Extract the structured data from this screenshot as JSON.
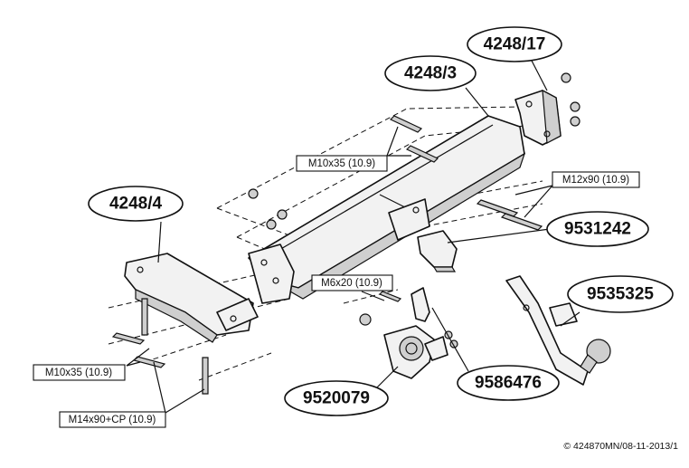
{
  "callouts": {
    "bracket_right": "4248/17",
    "crossbar": "4248/3",
    "bracket_left": "4248/4",
    "socket_bracket": "9531242",
    "ball_neck": "9535325",
    "socket_plate": "9586476",
    "electrical_socket": "9520079"
  },
  "bolt_labels": {
    "m10x35_top": "M10x35 (10.9)",
    "m12x90": "M12x90 (10.9)",
    "m6x20": "M6x20 (10.9)",
    "m10x35_bottom": "M10x35 (10.9)",
    "m14x90": "M14x90+CP (10.9)"
  },
  "copyright": "© 424870MN/08-11-2013/1",
  "colors": {
    "line": "#111111",
    "fill": "#f2f2f2",
    "shade": "#cfcfcf",
    "background": "#ffffff"
  }
}
